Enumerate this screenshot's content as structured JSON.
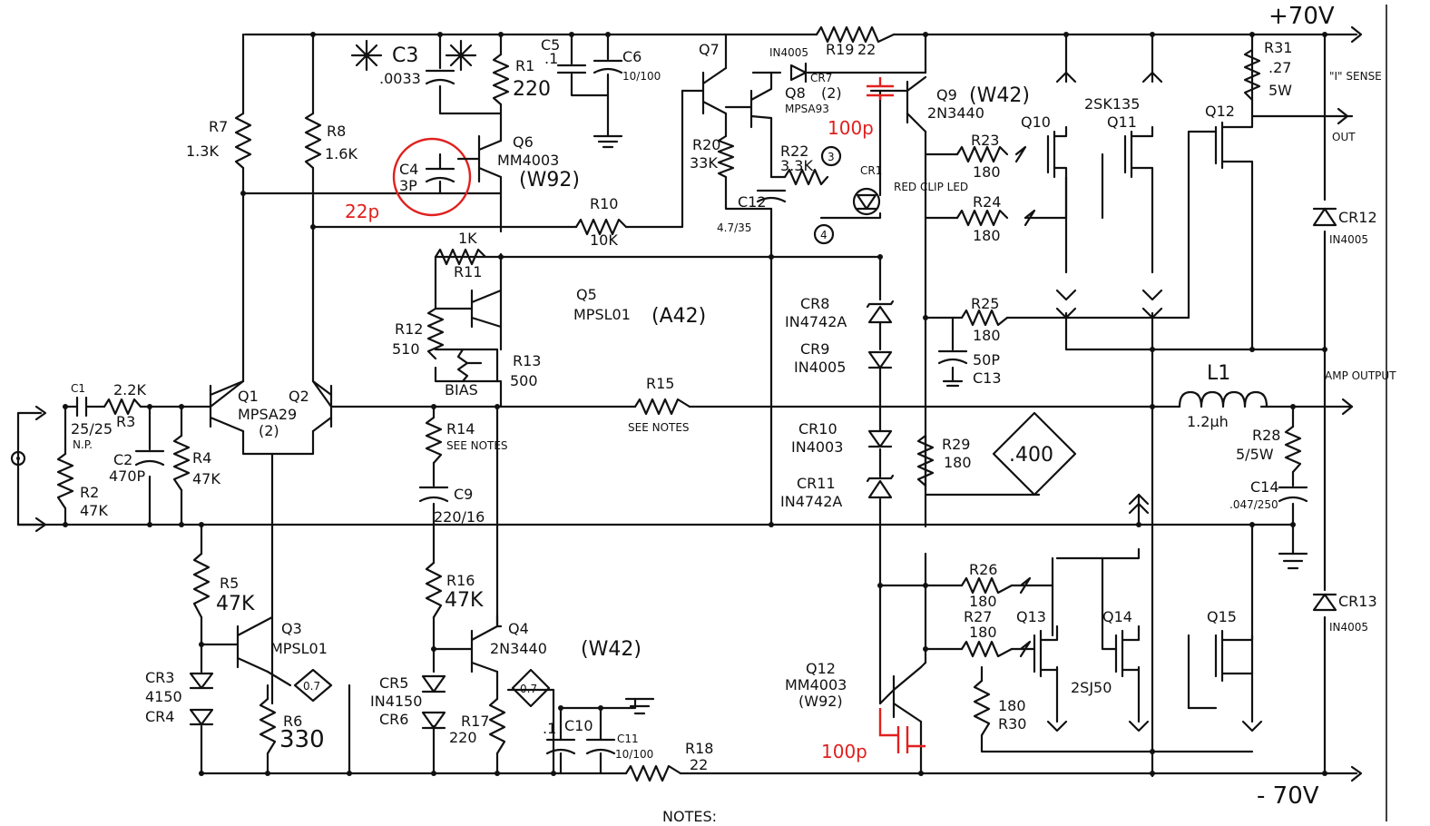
{
  "rails": {
    "pos": "+70V",
    "neg": "- 70V"
  },
  "nets": {
    "sense": "\"I\" SENSE",
    "out": "OUT",
    "amp_output": "AMP OUTPUT",
    "notes": "NOTES:"
  },
  "resistors": {
    "r7": {
      "ref": "R7",
      "value": "1.3K"
    },
    "r8": {
      "ref": "R8",
      "value": "1.6K"
    },
    "r1": {
      "ref": "R1",
      "value": "220"
    },
    "r19": {
      "ref": "R19",
      "value": "22"
    },
    "r31": {
      "ref": "R31",
      "value": ".27",
      "power": "5W"
    },
    "r20": {
      "ref": "R20",
      "value": "33K"
    },
    "r22": {
      "ref": "R22",
      "value": "3.3K"
    },
    "r10": {
      "ref": "R10",
      "value": "10K"
    },
    "r23": {
      "ref": "R23",
      "value": "180"
    },
    "r24": {
      "ref": "R24",
      "value": "180"
    },
    "r11": {
      "ref": "R11",
      "value": "1K"
    },
    "r12": {
      "ref": "R12",
      "value": "510"
    },
    "r13": {
      "ref": "R13",
      "value": "500",
      "note": "BIAS"
    },
    "r25": {
      "ref": "R25",
      "value": "180"
    },
    "r3": {
      "ref": "R3",
      "value": "2.2K"
    },
    "r2": {
      "ref": "R2",
      "value": "47K"
    },
    "r4": {
      "ref": "R4",
      "value": "47K"
    },
    "r15": {
      "ref": "R15",
      "note": "SEE NOTES"
    },
    "r14": {
      "ref": "R14",
      "note": "SEE NOTES"
    },
    "r29": {
      "ref": "R29",
      "value": "180"
    },
    "r28": {
      "ref": "R28",
      "value": "5/5W"
    },
    "r5": {
      "ref": "R5",
      "value": "47K"
    },
    "r16": {
      "ref": "R16",
      "value": "47K"
    },
    "r26": {
      "ref": "R26",
      "value": "180"
    },
    "r27": {
      "ref": "R27",
      "value": "180"
    },
    "r30": {
      "ref": "R30",
      "value": "180"
    },
    "r6": {
      "ref": "R6",
      "value": "330"
    },
    "r17": {
      "ref": "R17",
      "value": "220"
    },
    "r18": {
      "ref": "R18",
      "value": "22"
    }
  },
  "capacitors": {
    "c3": {
      "ref": "C3",
      "value": ".0033"
    },
    "c5": {
      "ref": "C5",
      "value": ".1"
    },
    "c6": {
      "ref": "C6",
      "value": "10/100"
    },
    "c4": {
      "ref": "C4",
      "value": "3P",
      "mod": "22p"
    },
    "c12": {
      "ref": "C12",
      "value": "4.7/35"
    },
    "c13": {
      "ref": "C13",
      "value": "50P"
    },
    "c1": {
      "ref": "C1",
      "value": "25/25",
      "note": "N.P."
    },
    "c2": {
      "ref": "C2",
      "value": "470P"
    },
    "c9": {
      "ref": "C9",
      "value": "220/16"
    },
    "c14": {
      "ref": "C14",
      "value": ".047/250"
    },
    "c10": {
      "ref": "C10",
      "value": ".1"
    },
    "c11": {
      "ref": "C11",
      "value": "10/100"
    },
    "mod_q9": "100p",
    "mod_q12": "100p"
  },
  "diodes": {
    "cr7": {
      "ref": "CR7",
      "part": "IN4005"
    },
    "cr1": {
      "ref": "CR1",
      "note": "RED CLIP LED"
    },
    "cr8": {
      "ref": "CR8",
      "part": "IN4742A"
    },
    "cr9": {
      "ref": "CR9",
      "part": "IN4005"
    },
    "cr10": {
      "ref": "CR10",
      "part": "IN4003"
    },
    "cr11": {
      "ref": "CR11",
      "part": "IN4742A"
    },
    "cr12": {
      "ref": "CR12",
      "part": "IN4005"
    },
    "cr13": {
      "ref": "CR13",
      "part": "IN4005"
    },
    "cr3": {
      "ref": "CR3",
      "part": "4150"
    },
    "cr4": {
      "ref": "CR4"
    },
    "cr5": {
      "ref": "CR5",
      "part": "IN4150"
    },
    "cr6": {
      "ref": "CR6"
    }
  },
  "transistors": {
    "q7": {
      "ref": "Q7"
    },
    "q8": {
      "ref": "Q8",
      "count": "(2)",
      "part": "MPSA93"
    },
    "q9": {
      "ref": "Q9",
      "part": "2N3440",
      "sub": "(W42)"
    },
    "q6": {
      "ref": "Q6",
      "part": "MM4003",
      "sub": "(W92)"
    },
    "q10": {
      "ref": "Q10"
    },
    "q11": {
      "ref": "Q11",
      "part": "2SK135"
    },
    "q12a": {
      "ref": "Q12"
    },
    "q5": {
      "ref": "Q5",
      "part": "MPSL01",
      "sub": "(A42)"
    },
    "q1": {
      "ref": "Q1",
      "part": "MPSA29",
      "count": "(2)"
    },
    "q2": {
      "ref": "Q2"
    },
    "q3": {
      "ref": "Q3",
      "part": "MPSL01"
    },
    "q4": {
      "ref": "Q4",
      "part": "2N3440",
      "sub": "(W42)"
    },
    "q12b": {
      "ref": "Q12",
      "part": "MM4003",
      "sub": "(W92)"
    },
    "q13": {
      "ref": "Q13"
    },
    "q14": {
      "ref": "Q14",
      "part": "2SJ50"
    },
    "q15": {
      "ref": "Q15"
    }
  },
  "misc": {
    "l1": {
      "ref": "L1",
      "value": "1.2µh"
    },
    "v1": "0.7",
    "v2": "0.7",
    "v3": ".400",
    "node3": "3",
    "node4": "4"
  }
}
